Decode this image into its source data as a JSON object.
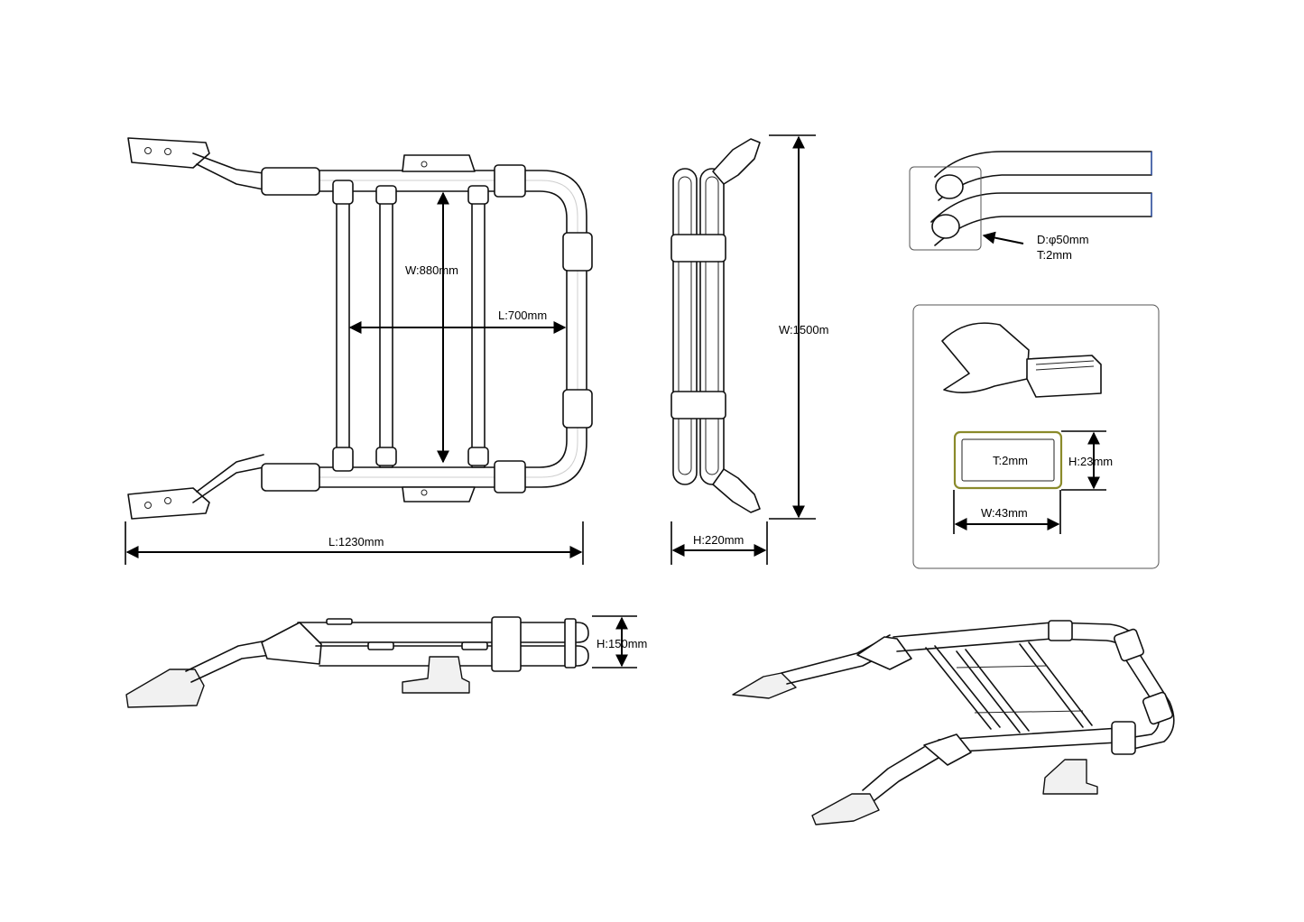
{
  "labels": {
    "top_length": "L:1230mm",
    "inner_width": "W:880mm",
    "inner_length": "L:700mm",
    "side_width": "W:1500m",
    "side_height": "H:220mm",
    "profile_height": "H:150mm",
    "tube_diameter": "D:φ50mm",
    "tube_thickness": "T:2mm",
    "rect_thickness": "T:2mm",
    "rect_height": "H:23mm",
    "rect_width": "W:43mm"
  },
  "colors": {
    "line": "#111111",
    "rect_tube_outline": "#8a8a2a",
    "tube_end": "#2a4a9a"
  }
}
